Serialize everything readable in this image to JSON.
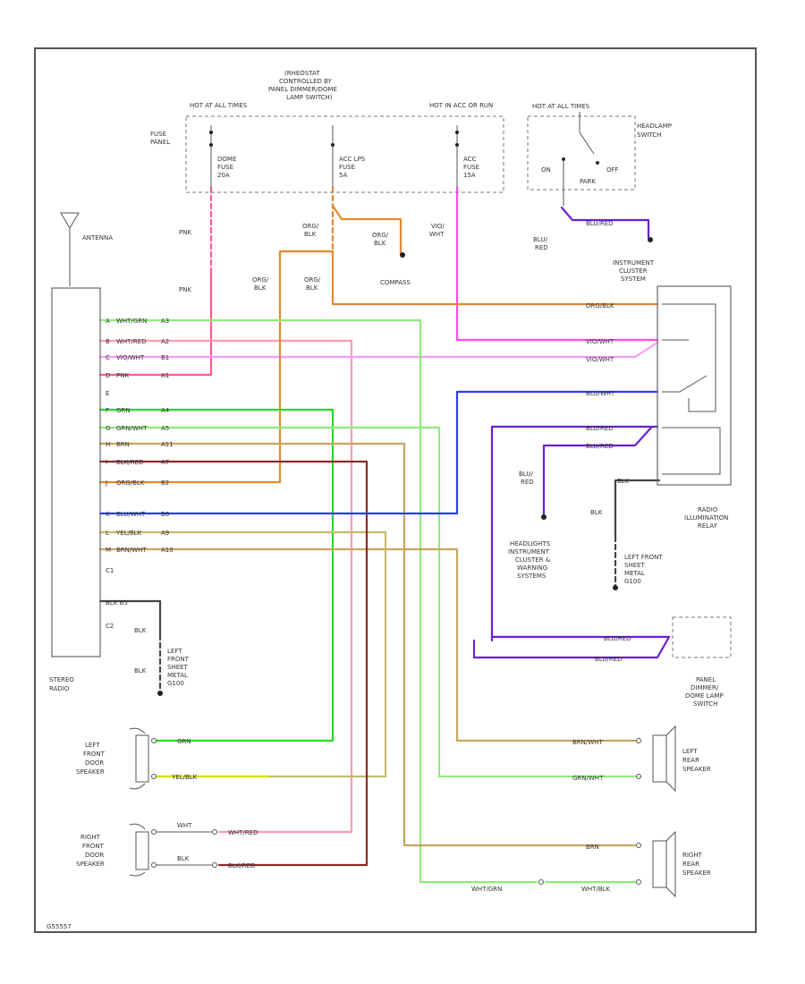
{
  "fuse_panel": {
    "label": "FUSE PANEL",
    "title_1": "(RHEOSTAT",
    "title_2": "CONTROLLED BY",
    "title_3": "PANEL DIMMER/DOME",
    "title_4": "LAMP SWITCH)",
    "hot_left": "HOT AT ALL TIMES",
    "hot_right": "HOT IN ACC OR RUN",
    "fuse1_a": "DOME",
    "fuse1_b": "FUSE",
    "fuse1_c": "20A",
    "fuse2_a": "ACC LPS",
    "fuse2_b": "FUSE",
    "fuse2_c": "5A",
    "fuse3_a": "ACC",
    "fuse3_b": "FUSE",
    "fuse3_c": "15A"
  },
  "headlamp_switch": {
    "hot": "HOT AT ALL TIMES",
    "label_1": "HEADLAMP",
    "label_2": "SWITCH",
    "on": "ON",
    "off": "OFF",
    "park": "PARK"
  },
  "antenna": {
    "label": "ANTENNA"
  },
  "wire_labels": {
    "pnk_top": "PNK",
    "pnk_mid": "PNK",
    "org_blk_top_1": "ORG/",
    "org_blk_top_2": "BLK",
    "org_blk_mid_1": "ORG/",
    "org_blk_mid_2": "BLK",
    "org_blk_left_1": "ORG/",
    "org_blk_left_2": "BLK",
    "vio_wht_1": "VIO/",
    "vio_wht_2": "WHT",
    "blu_red_1": "BLU/",
    "blu_red_2": "RED",
    "blu_red_b1": "BLU/",
    "blu_red_b2": "RED",
    "blu_red_top": "BLU/RED",
    "compass": "COMPASS",
    "blk_relay": "BLK",
    "blk_stereo_1": "BLK",
    "blk_stereo_2": "BLK"
  },
  "instrument_cluster": {
    "label_1": "INSTRUMENT",
    "label_2": "CLUSTER",
    "label_3": "SYSTEM",
    "pin_org_blk": "ORG/BLK",
    "pin_vio_wht_1": "VIO/WHT",
    "pin_vio_wht_2": "VIO/WHT",
    "pin_blu_wht": "BLU/WHT",
    "pin_blu_red_1": "BLU/RED",
    "pin_blu_red_2": "BLU/RED",
    "pin_blk": "BLK"
  },
  "radio_relay": {
    "label_1": "RADIO",
    "label_2": "ILLUMINATION",
    "label_3": "RELAY"
  },
  "headlights_sys": {
    "l1": "HEADLIGHTS",
    "l2": "INSTRUMENT",
    "l3": "CLUSTER &",
    "l4": "WARNING",
    "l5": "SYSTEMS"
  },
  "ground_relay": {
    "l1": "LEFT FRONT",
    "l2": "SHEET",
    "l3": "METAL",
    "l4": "G100"
  },
  "ground_stereo": {
    "l1": "LEFT",
    "l2": "FRONT",
    "l3": "SHEET",
    "l4": "METAL",
    "l5": "G100"
  },
  "stereo": {
    "label_1": "STEREO",
    "label_2": "RADIO",
    "c1": "C1",
    "c2": "C2",
    "pins": [
      {
        "pin": "A",
        "wire": "WHT/GRN",
        "cav": "A3"
      },
      {
        "pin": "B",
        "wire": "WHT/RED",
        "cav": "A2"
      },
      {
        "pin": "C",
        "wire": "VIO/WHT",
        "cav": "B1"
      },
      {
        "pin": "D",
        "wire": "PNK",
        "cav": "A1"
      },
      {
        "pin": "E",
        "wire": "",
        "cav": ""
      },
      {
        "pin": "F",
        "wire": "GRN",
        "cav": "A4"
      },
      {
        "pin": "G",
        "wire": "GRN/WHT",
        "cav": "A5"
      },
      {
        "pin": "H",
        "wire": "BRN",
        "cav": "A11"
      },
      {
        "pin": "I",
        "wire": "BLK/RED",
        "cav": "A7"
      },
      {
        "pin": "J",
        "wire": "ORG/BLK",
        "cav": "B2"
      },
      {
        "pin": "K",
        "wire": "BLU/WHT",
        "cav": "B8"
      },
      {
        "pin": "L",
        "wire": "YEL/BLK",
        "cav": "A9"
      },
      {
        "pin": "M",
        "wire": "BRN/WHT",
        "cav": "A10"
      }
    ],
    "blk_pin": "BLK  B5"
  },
  "panel_dimmer": {
    "l1": "PANEL",
    "l2": "DIMMER/",
    "l3": "DOME LAMP",
    "l4": "SWITCH",
    "wire1": "BLU/RED",
    "wire2": "BLU/RED"
  },
  "speakers": {
    "lf": {
      "l1": "LEFT",
      "l2": "FRONT",
      "l3": "DOOR",
      "l4": "SPEAKER",
      "w1": "GRN",
      "w2": "YEL/BLK"
    },
    "rf": {
      "l1": "RIGHT",
      "l2": "FRONT",
      "l3": "DOOR",
      "l4": "SPEAKER",
      "w1": "WHT",
      "w1b": "WHT/RED",
      "w2": "BLK",
      "w2b": "BLK/RED"
    },
    "lr": {
      "l1": "LEFT",
      "l2": "REAR",
      "l3": "SPEAKER",
      "w1": "BRN/WHT",
      "w2": "GRN/WHT"
    },
    "rr": {
      "l1": "RIGHT",
      "l2": "REAR",
      "l3": "SPEAKER",
      "w1": "BRN",
      "w2": "WHT/GRN",
      "w2b": "WHT/BLK"
    }
  },
  "footer": {
    "code": "G55557"
  },
  "colors": {
    "pink": "#ff5a8a",
    "light_pink": "#ff9ab0",
    "magenta": "#ff4cf0",
    "light_magenta": "#f59af5",
    "green": "#22dd22",
    "light_green": "#8eea7a",
    "orange": "#e38a2e",
    "tan": "#c9a560",
    "dark_red": "#8b2a2a",
    "blue": "#2c3cff",
    "purple": "#6a1ed6",
    "yellow": "#d9e000"
  }
}
